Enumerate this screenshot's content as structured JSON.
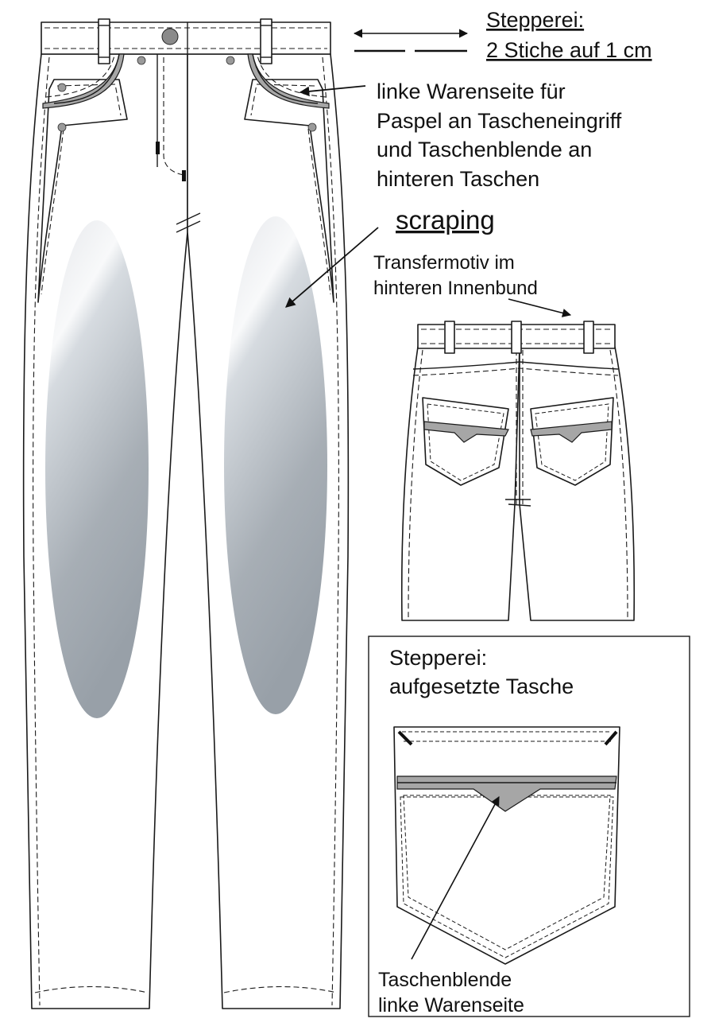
{
  "labels": {
    "stitching_line1": "Stepperei:",
    "stitching_line2": "2 Stiche auf 1 cm",
    "wrong_side_line1": "linke Warenseite für",
    "wrong_side_line2": "Paspel an Tascheneingriff",
    "wrong_side_line3": "und Taschenblende an",
    "wrong_side_line4": "hinteren Taschen",
    "scraping": "scraping",
    "transfer_line1": "Transfermotiv im",
    "transfer_line2": "hinteren Innenbund",
    "patch_line1": "Stepperei:",
    "patch_line2": "aufgesetzte Tasche",
    "flap_line1": "Taschenblende",
    "flap_line2": "linke Warenseite"
  },
  "icons": {
    "double_arrow": "double-arrow-icon",
    "pointer_arrow": "arrow-icon"
  },
  "colors": {
    "outline": "#1a1a1a",
    "fill_grey": "#a6a6a6",
    "scrape_light": "#ecedf0",
    "scrape_dark": "#9aa2aa",
    "background": "#ffffff"
  }
}
